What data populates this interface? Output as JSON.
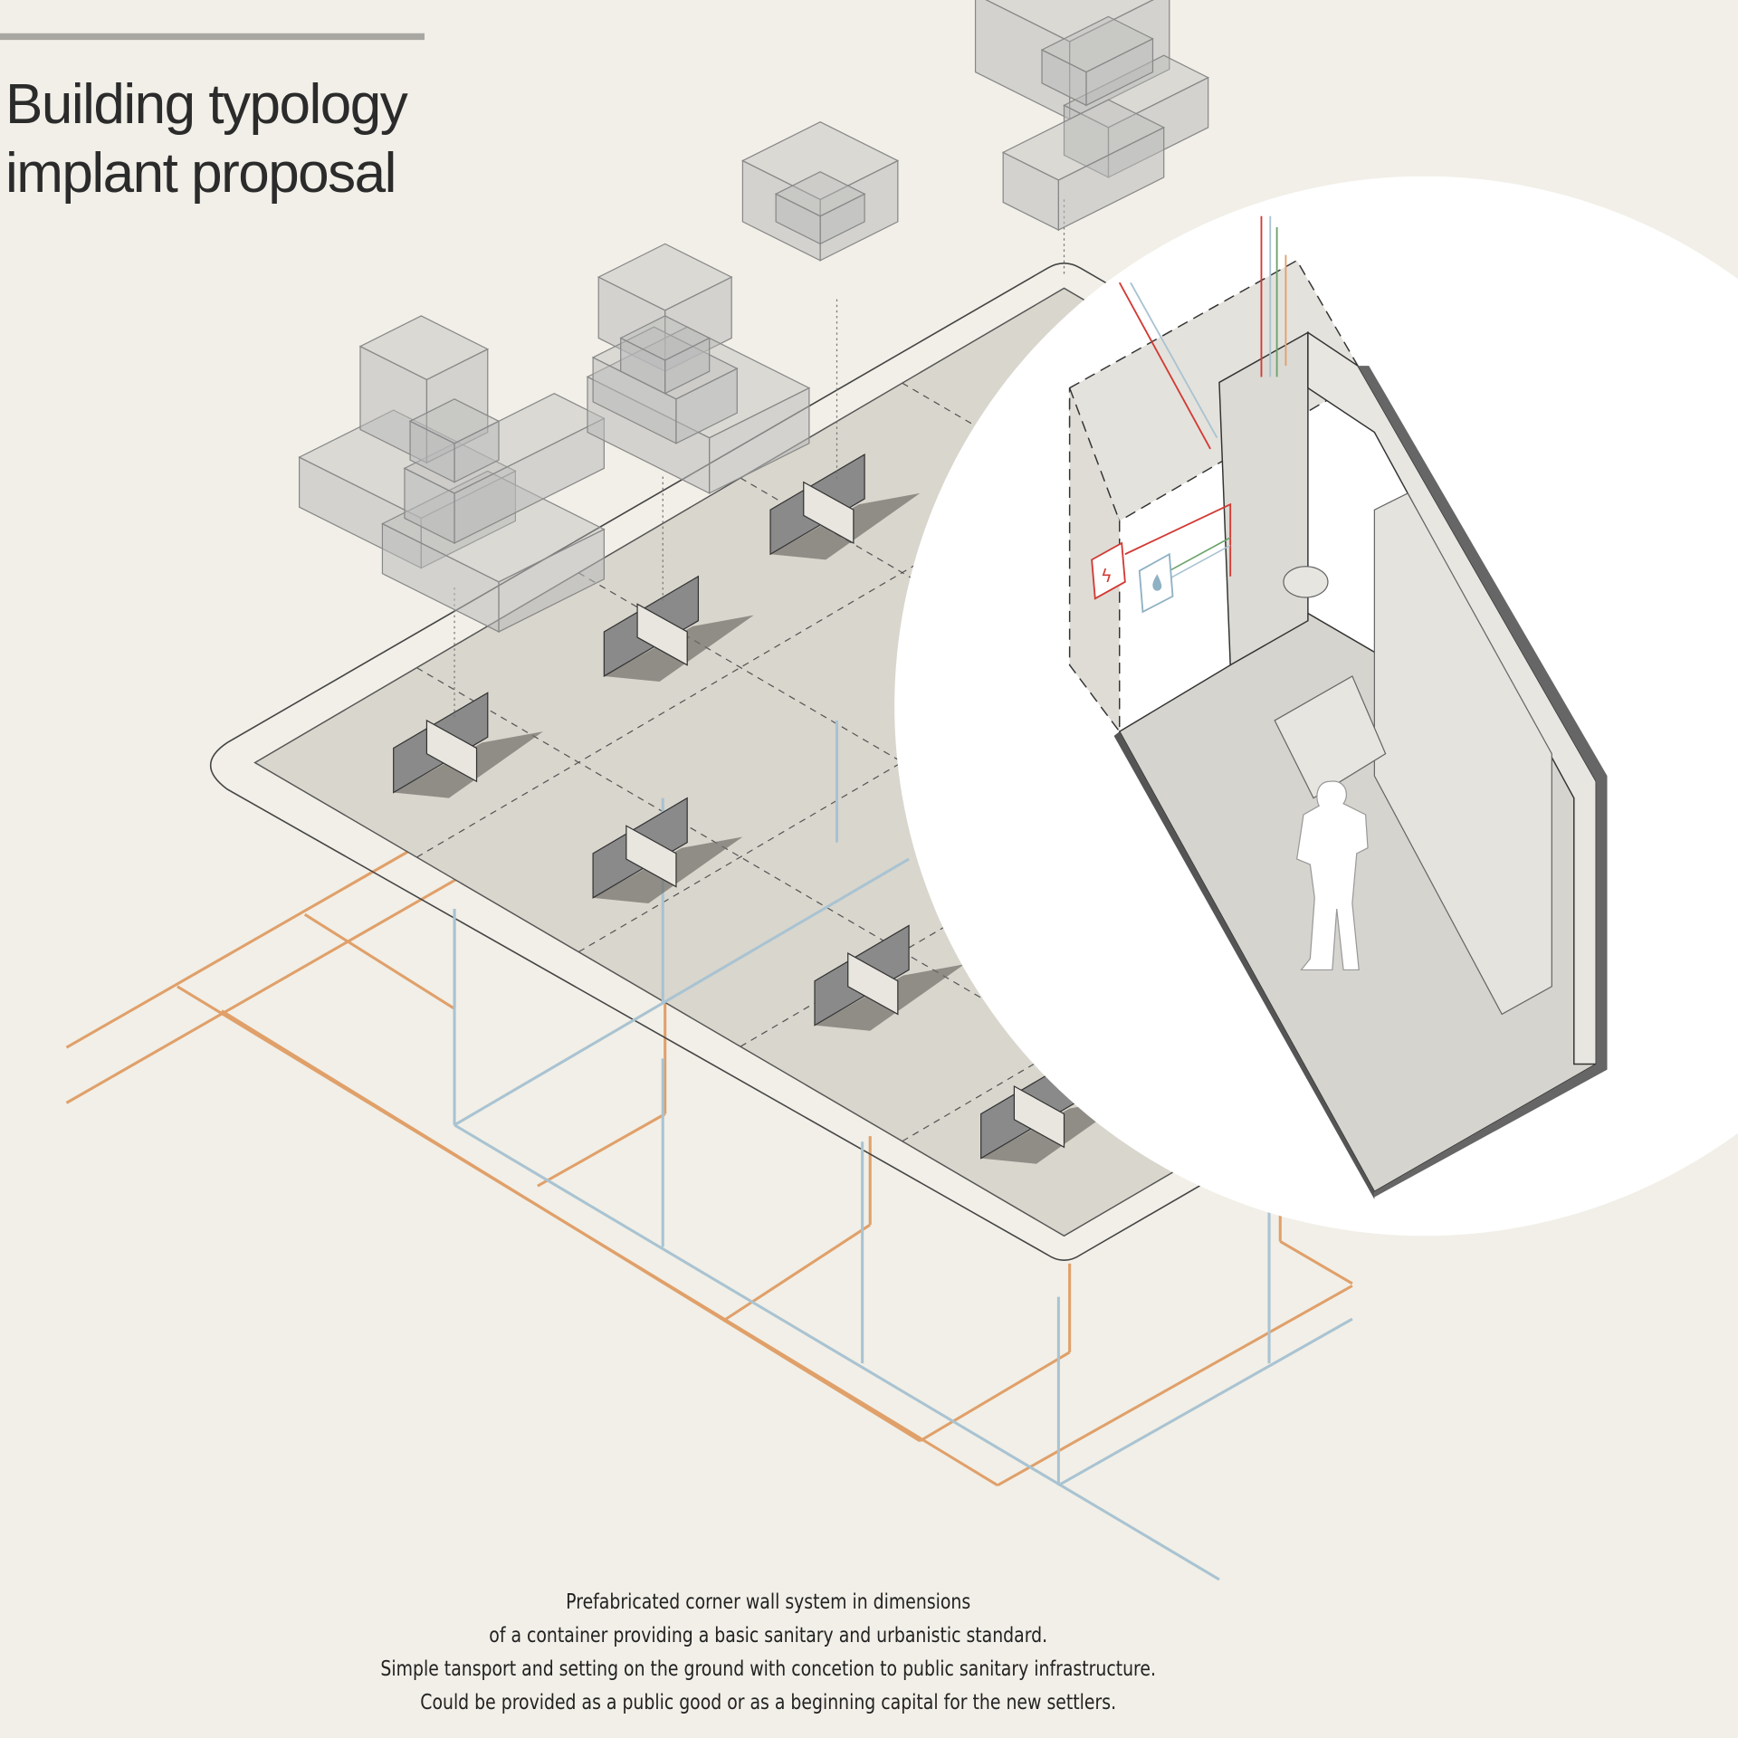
{
  "title": {
    "line1": "Building typology",
    "line2": "implant proposal"
  },
  "caption": {
    "lines": [
      "Prefabricated corner wall system in dimensions",
      "of a container providing a basic sanitary and urbanistic standard.",
      "Simple tansport and setting on the ground with concetion to public sanitary infrastructure.",
      "Could be provided as a public good or as a beginning capital for the new settlers."
    ]
  },
  "colors": {
    "background": "#f1efe7",
    "platform": "#d9d6cd",
    "sewer_pipe": "#e0a06a",
    "water_pipe": "#a9c3d2",
    "electric": "#d23a34",
    "wall_unit": "#8a8a8a",
    "building_volume": "#b9b9b9"
  },
  "icons": {
    "electric_box": "lightning-icon",
    "water_box": "water-drop-icon"
  }
}
